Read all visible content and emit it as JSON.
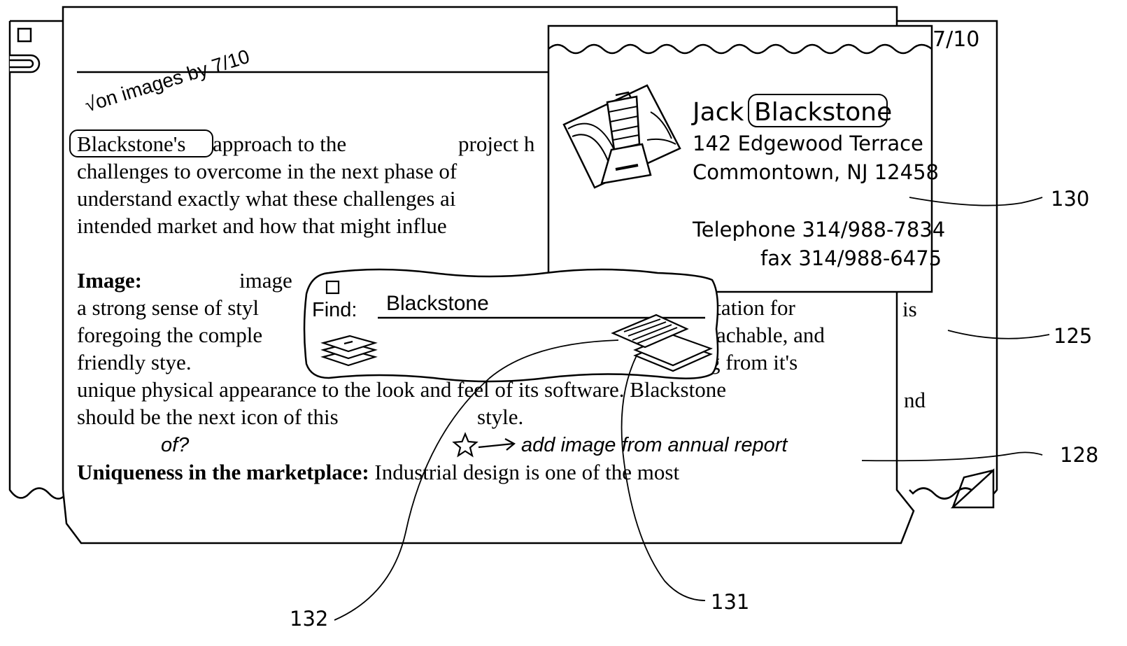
{
  "back_page": {
    "date_fragment": "7/10",
    "right_fragments": [
      "is",
      "nd"
    ]
  },
  "note_page": {
    "handwritten_note": "√on images by 7/10",
    "paragraph1": [
      [
        "Blackstone's",
        " approach to the",
        "project h"
      ],
      [
        "challenges to overcome in the next phase of"
      ],
      [
        "understand exactly what these challenges ai"
      ],
      [
        "intended market and how that might influe"
      ]
    ],
    "image_label": "Image:",
    "image_word": "image",
    "line_a_left": "a strong sense of styl",
    "line_a_right": "rtation for",
    "line_b_left": "foregoing the comple",
    "line_b_right": "achable, and",
    "line_c_left": "friendly stye.",
    "line_c_right": "g from it's",
    "line_d": "unique physical appearance to the look and feel of its software. Blackstone",
    "line_e_left": "should be the next icon of this",
    "line_e_right": "style.",
    "annotation_of": "of?",
    "annotation_add": "add image from annual report",
    "uniqueness_label": "Uniqueness in the marketplace:",
    "uniqueness_text": " Industrial design is one of the most"
  },
  "business_card": {
    "name_first": "Jack",
    "name_last": "Blackstone",
    "address1": "142 Edgewood Terrace",
    "address2": "Commontown, NJ 12458",
    "telephone": "Telephone 314/988-7834",
    "fax": "fax 314/988-6475"
  },
  "find_dialog": {
    "label": "Find:",
    "value": "Blackstone"
  },
  "reference_numerals": {
    "r130": "130",
    "r125": "125",
    "r128": "128",
    "r131": "131",
    "r132": "132"
  }
}
